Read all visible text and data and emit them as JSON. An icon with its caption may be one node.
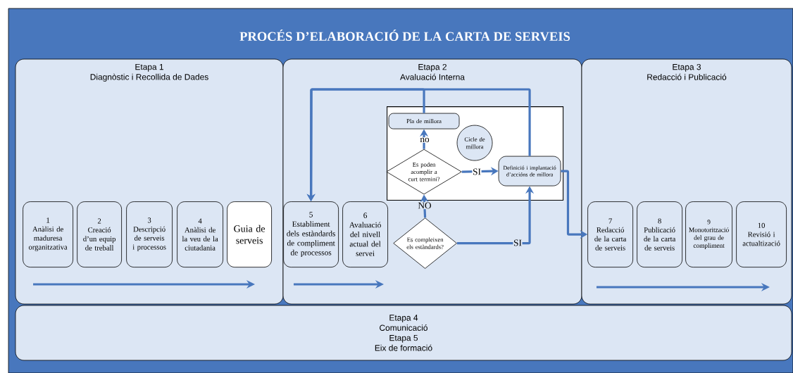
{
  "diagram": {
    "title": "PROCÉS D’ELABORACIÓ DE LA CARTA DE SERVEIS",
    "nodes": [
      {
        "text": [
          "Etapa 1",
          "Diagnòstic i Recollida de Dades"
        ]
      },
      {
        "text": [
          "Etapa 2",
          "Avaluació Interna"
        ]
      },
      {
        "text": [
          "Etapa 3",
          "Redacció i Publicació"
        ]
      },
      {
        "text": [
          "Etapa 4",
          "Comunicació",
          "Etapa 5",
          "Eix de formació"
        ]
      },
      {
        "text": [
          "1",
          "Anàlisi de maduresa organitzativa"
        ],
        "in": 0
      },
      {
        "text": [
          "2",
          "Creació d’un equip de treball"
        ],
        "in": 0
      },
      {
        "text": [
          "3",
          "Descripció de serveis i processos"
        ],
        "in": 0
      },
      {
        "text": [
          "4",
          "Anàlisi de la veu de la ciutadania"
        ],
        "in": 0
      },
      {
        "text": [
          "Guia de serveis"
        ],
        "in": 0
      },
      {
        "text": [
          "5",
          "Establiment dels estàndards de compliment de processos"
        ],
        "in": 1
      },
      {
        "text": [
          "6",
          "Avaluació del nivell actual del servei"
        ],
        "in": 1
      },
      {
        "text": [],
        "shape": "box",
        "in": 1
      },
      {
        "text": [
          "Pla de millora"
        ],
        "in": 11
      },
      {
        "text": [
          "Cicle de millora"
        ],
        "in": 11
      },
      {
        "text": [
          "Es poden acomplir a curt termini?"
        ],
        "in": 11
      },
      {
        "text": [
          "Definició i implantació d’accións de millora"
        ],
        "in": 11
      },
      {
        "text": [
          "Es compleixen els estàndards?"
        ],
        "in": 1
      },
      {
        "text": [
          "7",
          "Redacció de la carta de serveis"
        ],
        "in": 2
      },
      {
        "text": [
          "8",
          "Publicació de la carta de serveis"
        ],
        "in": 2
      },
      {
        "text": [
          "9",
          "Monotorització del grau de compliment"
        ],
        "in": 2
      },
      {
        "text": [
          "10",
          "Revisió i actualtizació"
        ],
        "in": 2
      }
    ],
    "edges": [
      {
        "from": 12,
        "to": 9,
        "arrow": "to"
      },
      {
        "from": 15,
        "to": 9,
        "arrow": "to"
      },
      {
        "from": 14,
        "to": 12,
        "arrow": "to",
        "label": "no"
      },
      {
        "from": 14,
        "to": 15,
        "arrow": "to",
        "label": "SI"
      },
      {
        "from": 16,
        "to": 14,
        "arrow": "to",
        "label": "NO"
      },
      {
        "from": 16,
        "to": 15,
        "arrow": "to",
        "label": "SI"
      },
      {
        "from": 15,
        "to": 17,
        "arrow": "to"
      }
    ]
  }
}
